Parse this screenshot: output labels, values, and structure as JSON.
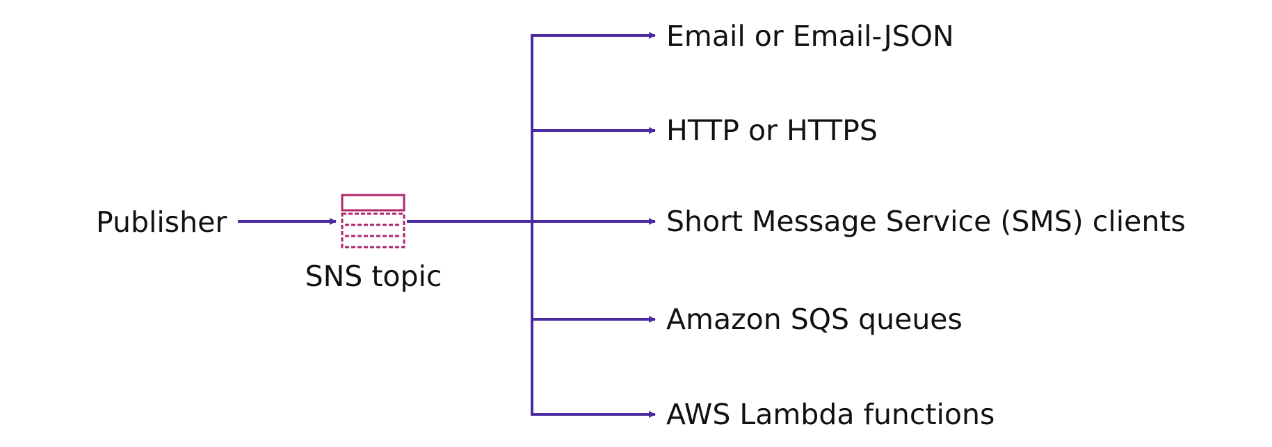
{
  "colors": {
    "line": "#4a2aa0",
    "topic_icon": "#b0266a",
    "text": "#111111",
    "background": "#ffffff"
  },
  "publisher": {
    "label": "Publisher"
  },
  "topic": {
    "label": "SNS topic",
    "icon": "sns-topic-icon"
  },
  "subscribers": [
    {
      "label": "Email or Email-JSON"
    },
    {
      "label": "HTTP or HTTPS"
    },
    {
      "label": "Short Message Service (SMS) clients"
    },
    {
      "label": "Amazon SQS queues"
    },
    {
      "label": "AWS Lambda functions"
    }
  ]
}
